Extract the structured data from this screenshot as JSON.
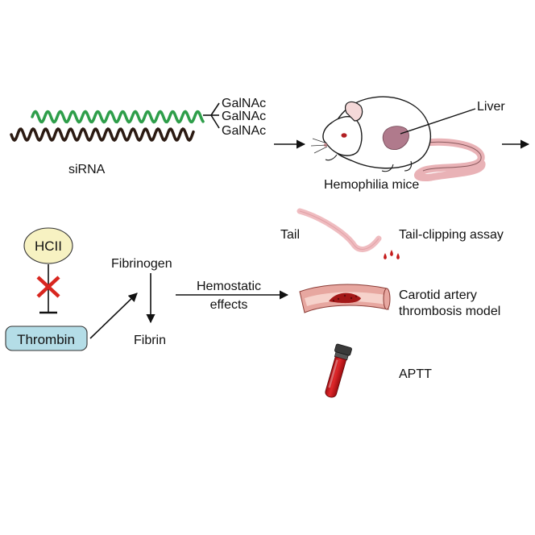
{
  "labels": {
    "galnac_1": "GalNAc",
    "galnac_2": "GalNAc",
    "galnac_3": "GalNAc",
    "sirna": "siRNA",
    "liver": "Liver",
    "hemophilia_mice": "Hemophilia mice",
    "hcii": "HCII",
    "thrombin": "Thrombin",
    "fibrinogen": "Fibrinogen",
    "fibrin": "Fibrin",
    "hemostatic": "Hemostatic",
    "effects": "effects",
    "tail": "Tail",
    "tail_clipping": "Tail-clipping assay",
    "carotid_1": "Carotid artery",
    "carotid_2": "thrombosis model",
    "aptt": "APTT"
  },
  "colors": {
    "sirna_sense": "#2e9e4a",
    "sirna_antisense": "#2b1a12",
    "hcii_fill": "#f7f2c2",
    "thrombin_fill": "#b4dde7",
    "inhibit_cross": "#d8261f",
    "liver": "#b07a8c",
    "mouse_tail": "#f2c0c4",
    "blood": "#c41a1a"
  },
  "icons": {
    "mouse": "mouse-illustration",
    "tail": "tail-illustration",
    "artery": "artery-illustration",
    "tube": "blood-tube-icon"
  }
}
